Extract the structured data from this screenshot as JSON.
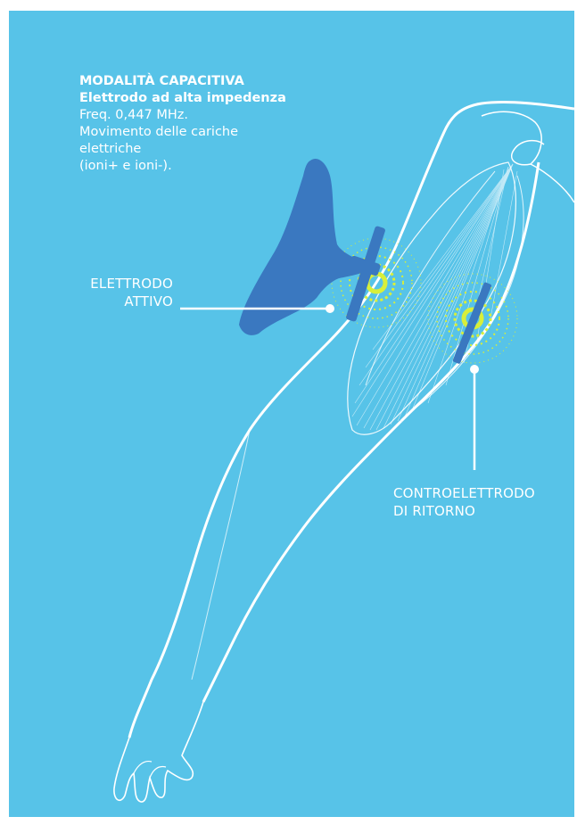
{
  "info": {
    "title": "MODALITÀ CAPACITIVA",
    "subtitle": "Elettrodo ad alta impedenza",
    "lines": [
      "Freq. 0,447 MHz.",
      "Movimento delle cariche",
      "elettriche",
      "(ioni+ e ioni-)."
    ]
  },
  "labels": {
    "active": [
      "ELETTRODO",
      "ATTIVO"
    ],
    "return": [
      "CONTROELETTRODO",
      "DI RITORNO"
    ]
  },
  "colors": {
    "background": "#57c3e8",
    "outline": "#ffffff",
    "electrode": "#3a78c0",
    "field": "#d8ef3a"
  }
}
